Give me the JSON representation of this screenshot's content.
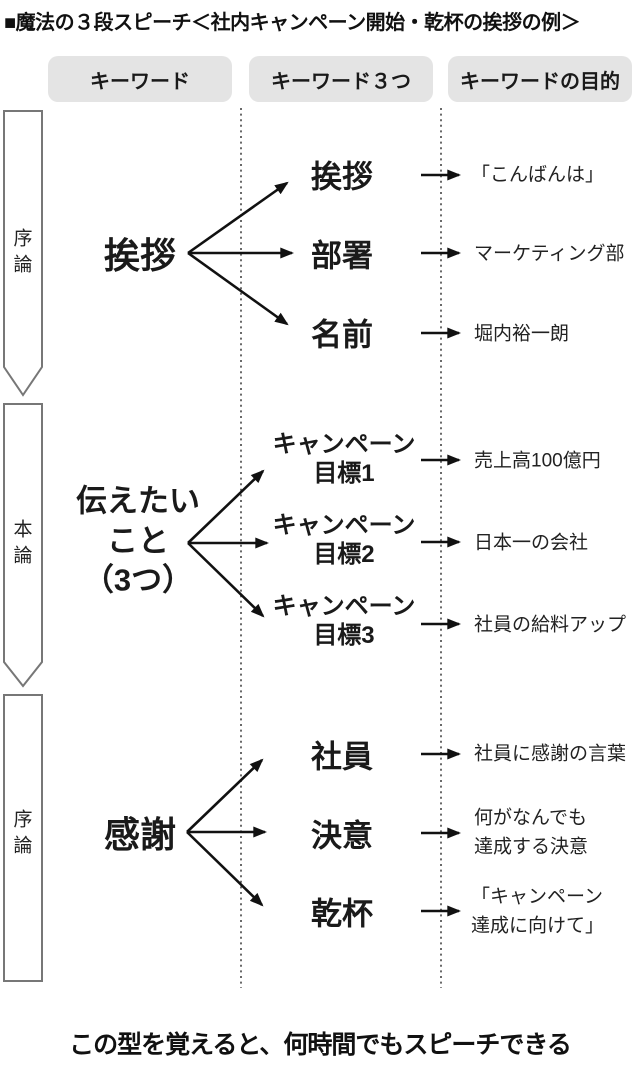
{
  "title": "■魔法の３段スピーチ＜社内キャンペーン開始・乾杯の挨拶の例＞",
  "column_headers": [
    "キーワード",
    "キーワード３つ",
    "キーワードの目的"
  ],
  "sections": [
    {
      "stage_label": "序論",
      "keyword": "挨拶",
      "items": [
        {
          "keyword": "挨拶",
          "purpose": "「こんばんは」"
        },
        {
          "keyword": "部署",
          "purpose": "マーケティング部"
        },
        {
          "keyword": "名前",
          "purpose": "堀内裕一朗"
        }
      ]
    },
    {
      "stage_label": "本論",
      "keyword": "伝えたい\nこと\n（3つ）",
      "items": [
        {
          "keyword": "キャンペーン\n目標1",
          "purpose": "売上高100億円"
        },
        {
          "keyword": "キャンペーン\n目標2",
          "purpose": "日本一の会社"
        },
        {
          "keyword": "キャンペーン\n目標3",
          "purpose": "社員の給料アップ"
        }
      ]
    },
    {
      "stage_label": "序論",
      "keyword": "感謝",
      "items": [
        {
          "keyword": "社員",
          "purpose": "社員に感謝の言葉"
        },
        {
          "keyword": "決意",
          "purpose": "何がなんでも\n達成する決意"
        },
        {
          "keyword": "乾杯",
          "purpose": "「キャンペーン\n達成に向けて」"
        }
      ]
    }
  ],
  "caption": "この型を覚えると、何時間でもスピーチできる",
  "colors": {
    "text": "#1a1a1a",
    "header_bg": "#e4e4e4",
    "bar_stroke": "#777777",
    "arrow": "#111111",
    "dotted_line": "#444444"
  }
}
